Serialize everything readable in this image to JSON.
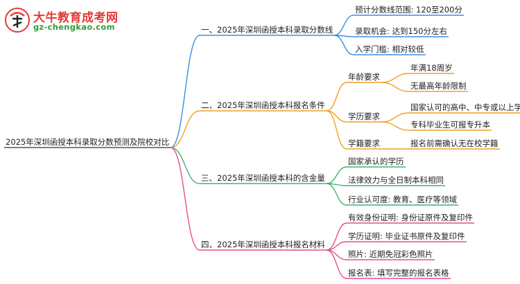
{
  "header": {
    "site_name": "大牛教育成考网",
    "site_url": "gz-chengkao.com"
  },
  "mindmap": {
    "root": "2025年深圳函授本科录取分数预测及院校对比",
    "branches": [
      {
        "label": "一、2025年深圳函授本科录取分数线",
        "color": "#3a8ee6",
        "children": [
          {
            "label": "预计分数线范围: 120至200分"
          },
          {
            "label": "录取机会: 达到150分左右"
          },
          {
            "label": "入学门槛: 相对较低"
          }
        ]
      },
      {
        "label": "二、2025年深圳函授本科报名条件",
        "color": "#f0a020",
        "children": [
          {
            "label": "年龄要求",
            "children": [
              "年满18周岁",
              "无最高年龄限制"
            ]
          },
          {
            "label": "学历要求",
            "children": [
              "国家认可的高中、中专或以上学历",
              "专科毕业生可报专升本"
            ]
          },
          {
            "label": "学籍要求",
            "children": [
              "报名前需确认无在校学籍"
            ]
          }
        ]
      },
      {
        "label": "三、2025年深圳函授本科的含金量",
        "color": "#3cb371",
        "children": [
          {
            "label": "国家承认的学历"
          },
          {
            "label": "法律效力与全日制本科相同"
          },
          {
            "label": "行业认可度: 教育、医疗等领域"
          }
        ]
      },
      {
        "label": "四、2025年深圳函授本科报名材料",
        "color": "#e84c8a",
        "children": [
          {
            "label": "有效身份证明: 身份证原件及复印件"
          },
          {
            "label": "学历证明: 毕业证书原件及复印件"
          },
          {
            "label": "照片: 近期免冠彩色照片"
          },
          {
            "label": "报名表: 填写完整的报名表格"
          }
        ]
      }
    ]
  }
}
